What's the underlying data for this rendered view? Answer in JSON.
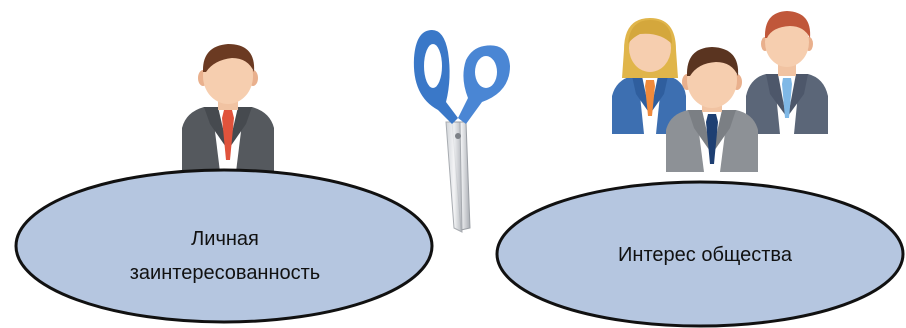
{
  "diagram": {
    "left_label_line1": "Личная",
    "left_label_line2": "заинтересованность",
    "right_label": "Интерес общества"
  },
  "icons": [
    "person-icon",
    "scissors-icon",
    "group-icon"
  ],
  "colors": {
    "ellipse_fill": "#b5c6e0",
    "ellipse_stroke": "#111111",
    "scissors_handle": "#3a78c8",
    "suit_gray": "#55595e",
    "suit_blue": "#3d6fb1",
    "tie_red": "#e0533c",
    "tie_orange": "#f08a3c",
    "tie_blue": "#1e3f72"
  }
}
